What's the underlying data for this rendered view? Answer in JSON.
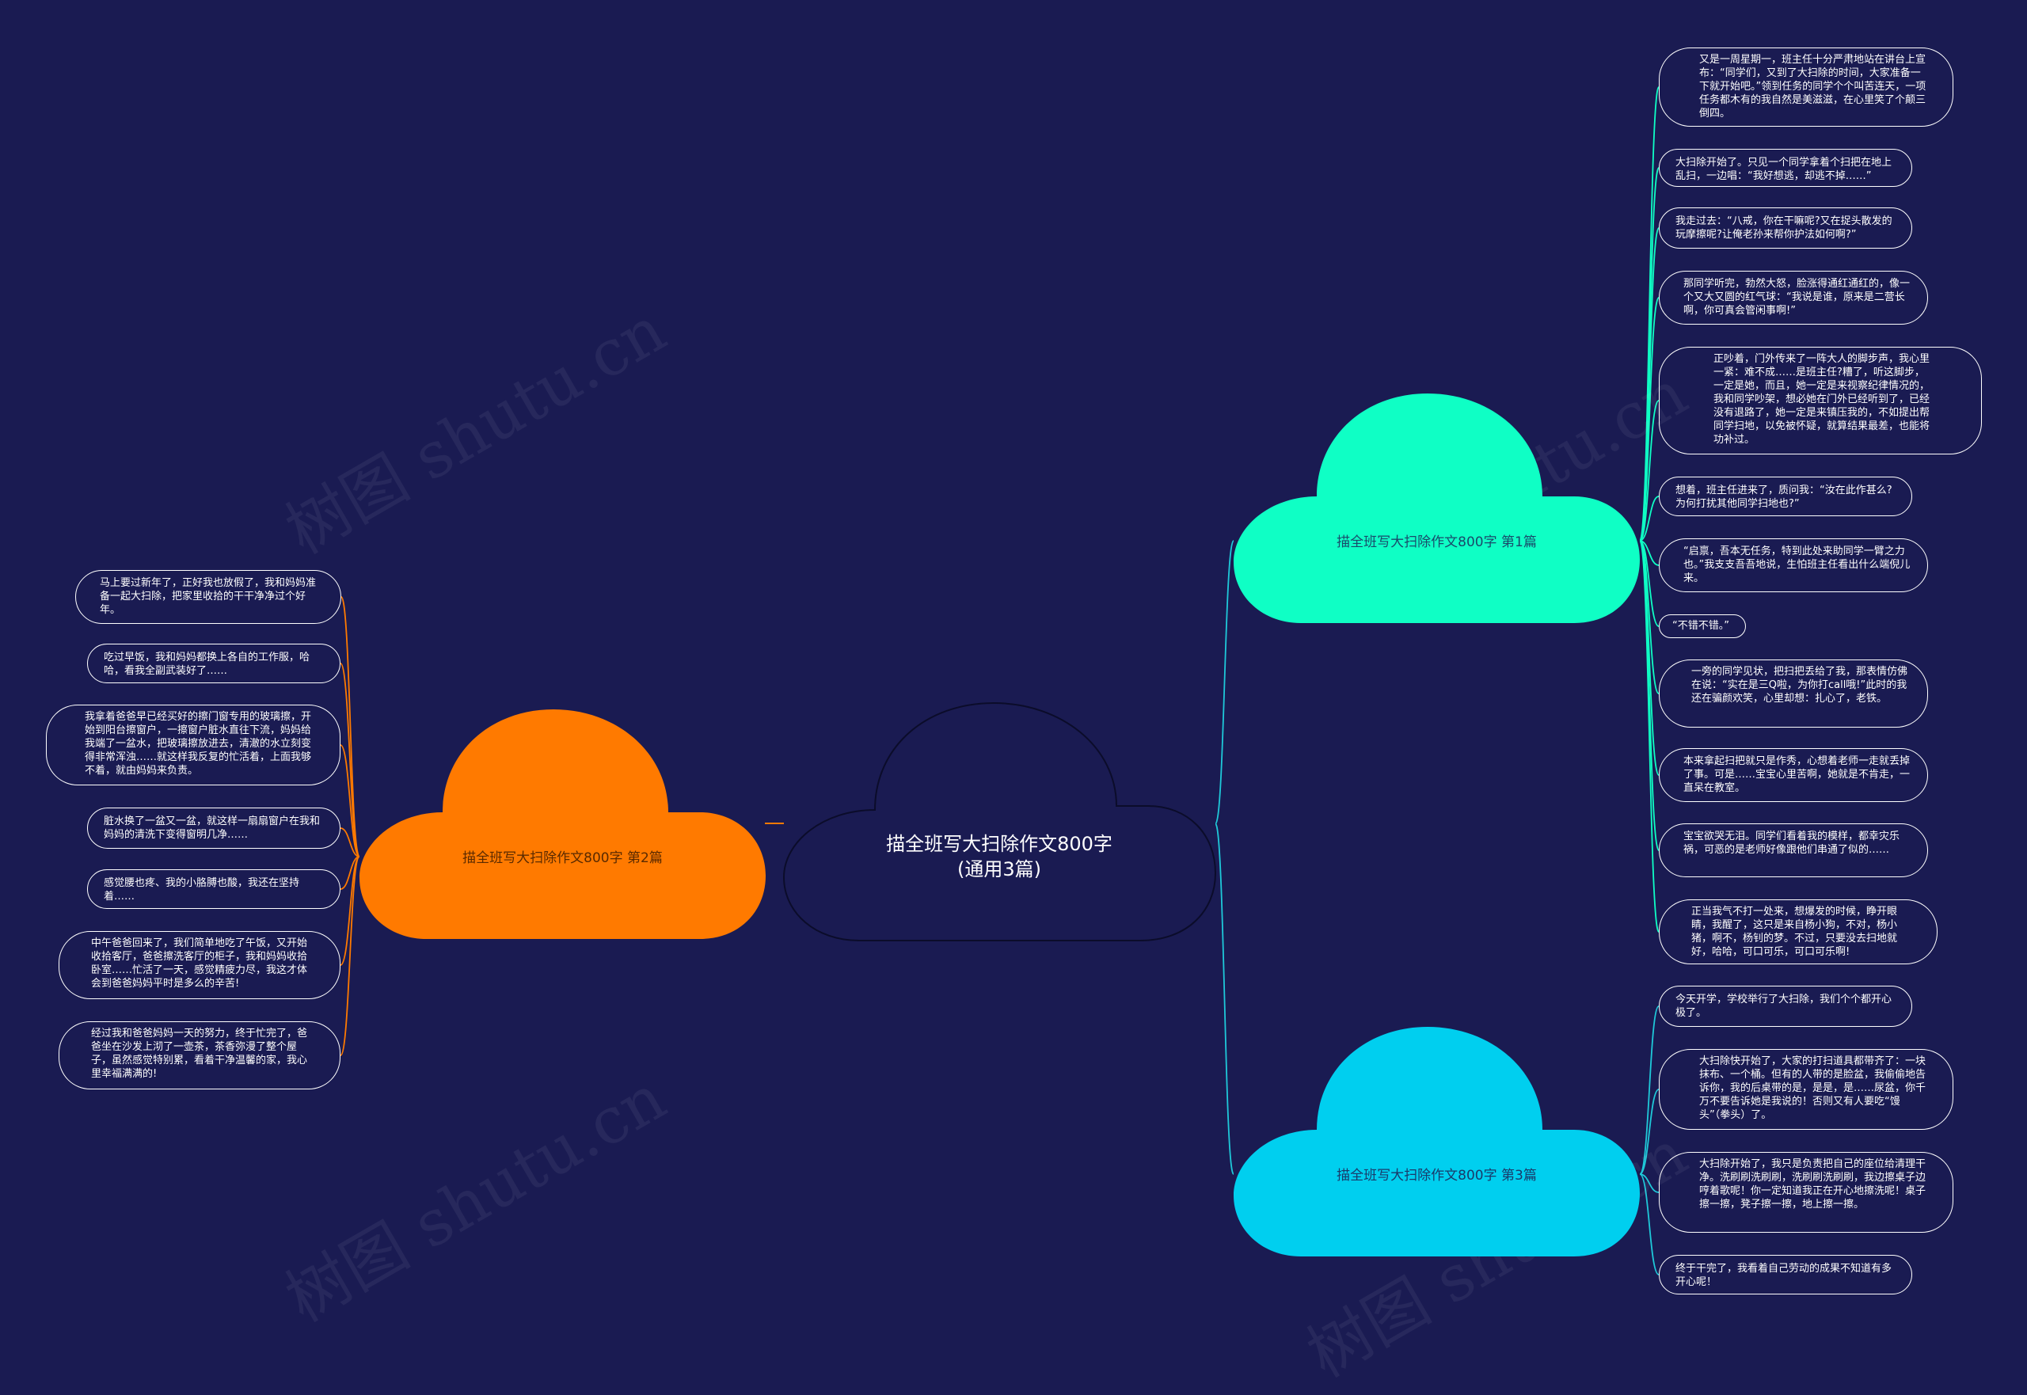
{
  "center": {
    "title": "描全班写大扫除作文800字(通用3篇)"
  },
  "watermark": "树图 shutu.cn",
  "colors": {
    "background": "#1a1b52",
    "branch1": "#0fffc5",
    "branch2": "#ff7a00",
    "branch3": "#00cfef",
    "link_right": "#1fc9d9",
    "link_left": "#ff7a00"
  },
  "branches": [
    {
      "label": "描全班写大扫除作文800字 第1篇",
      "leaves": [
        "又是一周星期一，班主任十分严肃地站在讲台上宣布：“同学们，又到了大扫除的时间，大家准备一下就开始吧。”领到任务的同学个个叫苦连天，一项任务都木有的我自然是美滋滋，在心里笑了个颠三倒四。",
        "大扫除开始了。只见一个同学拿着个扫把在地上乱扫，一边唱：“我好想逃，却逃不掉……”",
        "我走过去：“八戒，你在干嘛呢?又在捉头散发的玩摩擦呢?让俺老孙来帮你护法如何啊?”",
        "那同学听完，勃然大怒，脸涨得通红通红的，像一个又大又圆的红气球：“我说是谁，原来是二营长啊，你可真会管闲事啊!”",
        "正吵着，门外传来了一阵大人的脚步声，我心里一紧：难不成……是班主任?糟了，听这脚步，一定是她，而且，她一定是来视察纪律情况的，我和同学吵架，想必她在门外已经听到了，已经没有退路了，她一定是来镇压我的，不如提出帮同学扫地，以免被怀疑，就算结果最差，也能将功补过。",
        "想着，班主任进来了，质问我：“汝在此作甚么?为何打扰其他同学扫地也?”",
        "“启禀，吾本无任务，特到此处来助同学一臂之力也。”我支支吾吾地说，生怕班主任看出什么端倪儿来。",
        "“不错不错。”",
        "一旁的同学见状，把扫把丢给了我，那表情仿佛在说：“实在是三Q啦，为你打call哦!”此时的我还在骗颜欢笑，心里却想：扎心了，老铁。",
        "本来拿起扫把就只是作秀，心想着老师一走就丢掉了事。可是……宝宝心里苦啊，她就是不肯走，一直呆在教室。",
        "宝宝欲哭无泪。同学们看着我的模样，都幸灾乐祸，可恶的是老师好像跟他们串通了似的……",
        "正当我气不打一处来，想爆发的时候，睁开眼睛，我醒了，这只是来自杨小狗，不对，杨小猪，啊不，杨钊的梦。不过，只要没去扫地就好，哈哈，可口可乐，可口可乐啊!"
      ]
    },
    {
      "label": "描全班写大扫除作文800字 第2篇",
      "leaves": [
        "马上要过新年了，正好我也放假了，我和妈妈准备一起大扫除，把家里收拾的干干净净过个好年。",
        "吃过早饭，我和妈妈都换上各自的工作服，哈哈，看我全副武装好了……",
        "我拿着爸爸早已经买好的擦门窗专用的玻璃擦，开始到阳台擦窗户，一擦窗户脏水直往下流，妈妈给我端了一盆水，把玻璃擦放进去，清澈的水立刻变得非常浑浊……就这样我反复的忙活着，上面我够不着，就由妈妈来负责。",
        "脏水换了一盆又一盆，就这样一扇扇窗户在我和妈妈的清洗下变得窗明几净……",
        "感觉腰也疼、我的小胳膊也酸，我还在坚持着……",
        "中午爸爸回来了，我们简单地吃了午饭，又开始收拾客厅，爸爸擦洗客厅的柜子，我和妈妈收拾卧室……忙活了一天，感觉精疲力尽，我这才体会到爸爸妈妈平时是多么的辛苦!",
        "经过我和爸爸妈妈一天的努力，终于忙完了，爸爸坐在沙发上沏了一壶茶，茶香弥漫了整个屋子，虽然感觉特别累，看着干净温馨的家，我心里幸福满满的!"
      ]
    },
    {
      "label": "描全班写大扫除作文800字 第3篇",
      "leaves": [
        "今天开学，学校举行了大扫除，我们个个都开心极了。",
        "大扫除快开始了，大家的打扫道具都带齐了：一块抹布、一个桶。但有的人带的是脸盆，我偷偷地告诉你，我的后桌带的是，是是，是……尿盆，你千万不要告诉她是我说的！否则又有人要吃“馒头”（拳头）了。",
        "大扫除开始了，我只是负责把自己的座位给清理干净。洗刷刷洗刷刷，洗刷刷洗刷刷，我边擦桌子边哼着歌呢！你一定知道我正在开心地擦洗呢！桌子擦一擦，凳子擦一擦，地上擦一擦。",
        "终于干完了，我看着自己劳动的成果不知道有多开心呢！"
      ]
    }
  ]
}
